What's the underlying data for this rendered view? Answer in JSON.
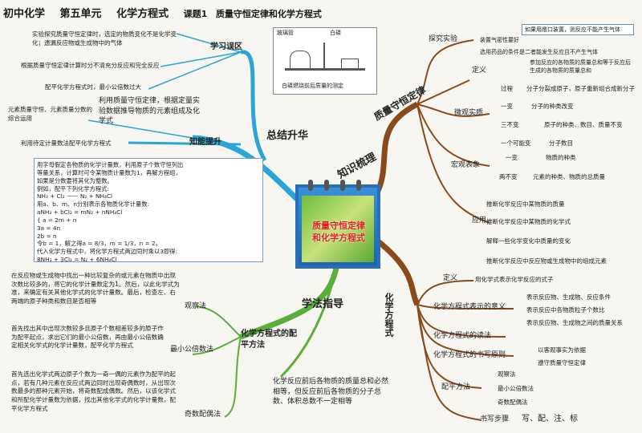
{
  "title": {
    "part1": "初中化学",
    "part2": "第五单元",
    "part3": "化学方程式",
    "part4": "课题1",
    "part5": "质量守恒定律和化学方程式"
  },
  "center_label": {
    "line1": "质量守恒定律",
    "line2": "和化学方程式"
  },
  "branches": {
    "summary": "总结升华",
    "knowledge": "知识梳理",
    "method": "学法指导",
    "conservation": "质量守恒定律",
    "equation": "化学方程式"
  },
  "summary": {
    "errors_label": "学习误区",
    "errors": [
      "实验探究质量守恒定律时，选定的物质变化不是化学变化；遗漏反应物或生成物中的气体",
      "根据质量守恒定律计算时分不清充分反应和完全反应",
      "配平化学方程式时，最小公倍数过大"
    ],
    "ability_label": "知能提升",
    "ability_left": "元素质量守恒、元素质量分数的综合运用",
    "ability_right": "利用质量守恒定律，根据定量实验数据推导物质的元素组成及化学式",
    "ability_formula_label": "利用待定计量数法配平化学方程式",
    "formula_lines": [
      "用字母假定各物质的化学计量数，利用原子个数守恒列出",
      "等量关系，计算时可令某物质计量数为1，再解方程组，",
      "如果是分数要将其化为整数。",
      "例如，配平下列化学方程式:",
      "NH₃ + Cl₂ —— N₂ + NH₄Cl",
      "用a、b、m、n分别表示各物质化学计量数:",
      "aNH₃ + bCl₂ = mN₂ + nNH₄Cl",
      "{ a = 2m + n",
      "  3a = 4n",
      "  2b = n",
      "令b = 1，解之得a = 8/3，m = 1/3，n = 2。",
      "代入化学方程式中，将化学方程式两边同时乘以3即得:",
      "8NH₃ + 3Cl₂ = N₂ + 6NH₄Cl"
    ]
  },
  "method": {
    "balance_label": "化学方程式的配平方法",
    "observe_label": "观察法",
    "observe_text": "在反应物或生成物中找出一种比较复杂的或元素在物质中出现次数比较多的，将它的化学计量数定为1。然后，以此化学式为准，来确定有关其他化学式的化学计量数。最后，检查左、右两端的原子种类和数目是否相等",
    "lcm_label": "最小公倍数法",
    "lcm_text": "首先找出其中出现次数较多且原子个数相差较多的原子作为配平起点，求出它们的最小公倍数，再由最小公倍数确定相关化学式的化学计量数，配平化学方程式",
    "odd_label": "奇数配偶法",
    "odd_text": "首先选出化学式两边原子个数为一奇一偶的元素作为配平的起点，若有几种元素在反应式两边同时出现奇偶数时，从出现次数最多的那种元素开始，将奇数配成偶数。然后，以该化学式和所配化学计量数为依据，找出其他化学式的化学计量数，配平化学方程式",
    "note": "化学反应前后各物质的质量总和必然相等，但反应前后各物质的分子总数、体积总数不一定相等"
  },
  "conservation": {
    "experiment_label": "探究实验",
    "exp_items": [
      "装置气密性要好",
      "选用药品的条件是二者能发生反应且不产生气体"
    ],
    "exp_note": "如果用敞口装置，则反应不能产生气体",
    "img_labels": [
      "玻璃管",
      "白磷"
    ],
    "img_caption": "白磷燃烧前后质量的测定",
    "definition_label": "定义",
    "definition": "参加反应的各物质的质量总和等于反应后生成的各物质的质量总和",
    "micro_label": "微观实质",
    "micro": [
      {
        "k": "过程",
        "v": "分子分裂成原子，原子重新组合成新分子"
      },
      {
        "k": "一变",
        "v": "分子的种类改变"
      },
      {
        "k": "三不变",
        "v": "原子的种类、数目、质量不变"
      },
      {
        "k": "一个可能变",
        "v": "分子数目"
      }
    ],
    "macro_label": "宏观表象",
    "macro": [
      {
        "k": "一变",
        "v": "物质的种类"
      },
      {
        "k": "两不变",
        "v": "元素的种类、物质的总质量"
      }
    ],
    "apply_label": "应用",
    "apply": [
      "推断化学反应中某物质的质量",
      "推断化学反应中某物质的化学式",
      "解释一些化学变化中质量的变化",
      "推断化学反应中反应物或生成物中的组成元素"
    ]
  },
  "equation": {
    "def_label": "定义",
    "def": "用化学式表示化学反应的式子",
    "meaning_label": "化学方程式表示的意义",
    "meaning": [
      "表示反应物、生成物、反应条件",
      "表示反应中各物质粒子个数比",
      "表示反应物、生成物之间的质量关系"
    ],
    "read_label": "化学方程式的读法",
    "principle_label": "化学方程式的书写原则",
    "principle": [
      "以客观事实为依据",
      "遵守质量守恒定律"
    ],
    "balance_label": "配平方法",
    "balance": [
      "观察法",
      "最小公倍数法",
      "奇数配偶法"
    ],
    "steps_label": "书写步骤",
    "steps": "写、配、注、标"
  }
}
